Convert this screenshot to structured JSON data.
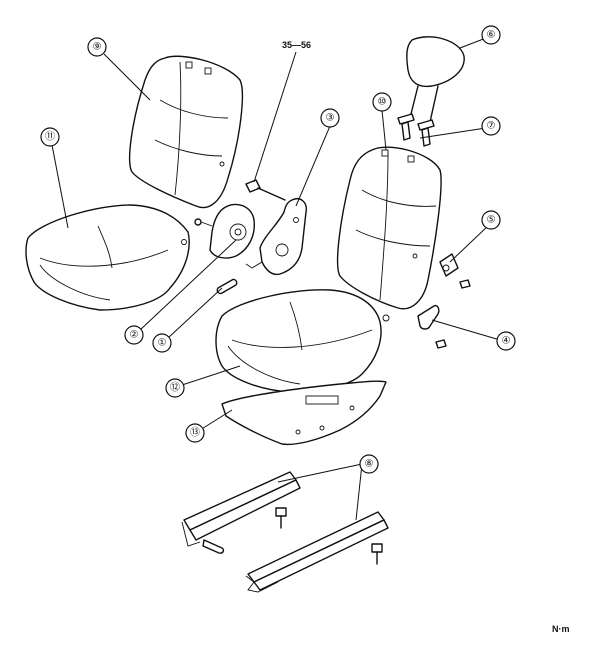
{
  "torque_label": "35—56",
  "unit_label": "N·m",
  "callouts": [
    {
      "num": "①",
      "part": "1"
    },
    {
      "num": "②",
      "part": "2"
    },
    {
      "num": "③",
      "part": "3"
    },
    {
      "num": "④",
      "part": "4"
    },
    {
      "num": "⑤",
      "part": "5"
    },
    {
      "num": "⑥",
      "part": "6"
    },
    {
      "num": "⑦",
      "part": "7"
    },
    {
      "num": "⑧",
      "part": "8"
    },
    {
      "num": "⑨",
      "part": "9"
    },
    {
      "num": "⑩",
      "part": "10"
    },
    {
      "num": "⑪",
      "part": "11"
    },
    {
      "num": "⑫",
      "part": "12"
    },
    {
      "num": "⑬",
      "part": "13"
    }
  ]
}
